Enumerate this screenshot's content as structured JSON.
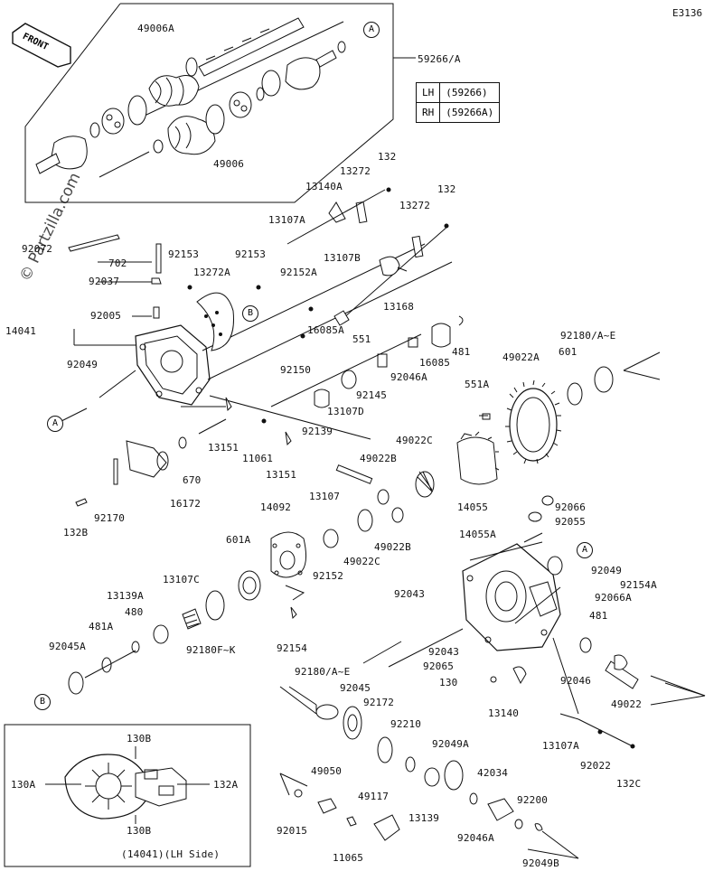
{
  "diagram_code": "E3136",
  "watermark": "© Partzilla.com",
  "front_marker": "FRONT",
  "side_table": {
    "rows": [
      {
        "side": "LH",
        "part": "(59266)"
      },
      {
        "side": "RH",
        "part": "(59266A)"
      }
    ]
  },
  "inset_caption": "(14041)(LH Side)",
  "callouts": [
    "A",
    "B",
    "A",
    "A",
    "B"
  ],
  "labels": {
    "l_49006A": "49006A",
    "l_59266A": "59266/A",
    "l_49006": "49006",
    "l_132_a": "132",
    "l_13272_a": "13272",
    "l_13140A": "13140A",
    "l_132_b": "132",
    "l_13272_b": "13272",
    "l_13107A_top": "13107A",
    "l_92072": "92072",
    "l_702": "702",
    "l_92153_a": "92153",
    "l_92153_b": "92153",
    "l_13107B": "13107B",
    "l_92037": "92037",
    "l_13272A": "13272A",
    "l_92152A": "92152A",
    "l_13168": "13168",
    "l_14041": "14041",
    "l_92005": "92005",
    "l_16085A": "16085A",
    "l_551": "551",
    "l_92180AE_top": "92180/A~E",
    "l_49022A": "49022A",
    "l_601": "601",
    "l_481_top": "481",
    "l_16085": "16085",
    "l_92150": "92150",
    "l_92046A": "92046A",
    "l_92049_left": "92049",
    "l_92145": "92145",
    "l_551A": "551A",
    "l_13107D": "13107D",
    "l_92139": "92139",
    "l_13151_a": "13151",
    "l_11061": "11061",
    "l_13151_b": "13151",
    "l_49022C_top": "49022C",
    "l_49022B_top": "49022B",
    "l_670": "670",
    "l_13107": "13107",
    "l_14055": "14055",
    "l_16172": "16172",
    "l_92170": "92170",
    "l_132B": "132B",
    "l_14092": "14092",
    "l_92066": "92066",
    "l_92055": "92055",
    "l_49022B_bot": "49022B",
    "l_14055A": "14055A",
    "l_601A": "601A",
    "l_49022C_bot": "49022C",
    "l_92152": "92152",
    "l_92049_right": "92049",
    "l_13107C": "13107C",
    "l_92154A": "92154A",
    "l_92066A": "92066A",
    "l_13139A": "13139A",
    "l_92043_a": "92043",
    "l_481A": "481A",
    "l_480": "480",
    "l_481_right": "481",
    "l_92180FK": "92180F~K",
    "l_92154": "92154",
    "l_92045A": "92045A",
    "l_92043_b": "92043",
    "l_92065": "92065",
    "l_92046": "92046",
    "l_92180AE_bot": "92180/A~E",
    "l_130": "130",
    "l_49022": "49022",
    "l_92045": "92045",
    "l_92172": "92172",
    "l_13140": "13140",
    "l_130B_top": "130B",
    "l_92210": "92210",
    "l_13107A_bot": "13107A",
    "l_92049A": "92049A",
    "l_92022": "92022",
    "l_130A": "130A",
    "l_132A": "132A",
    "l_49050": "49050",
    "l_42034": "42034",
    "l_132C": "132C",
    "l_49117": "49117",
    "l_92200": "92200",
    "l_130B_bot": "130B",
    "l_13139": "13139",
    "l_92015": "92015",
    "l_92046A_bot": "92046A",
    "l_11065": "11065",
    "l_92049B": "92049B"
  }
}
